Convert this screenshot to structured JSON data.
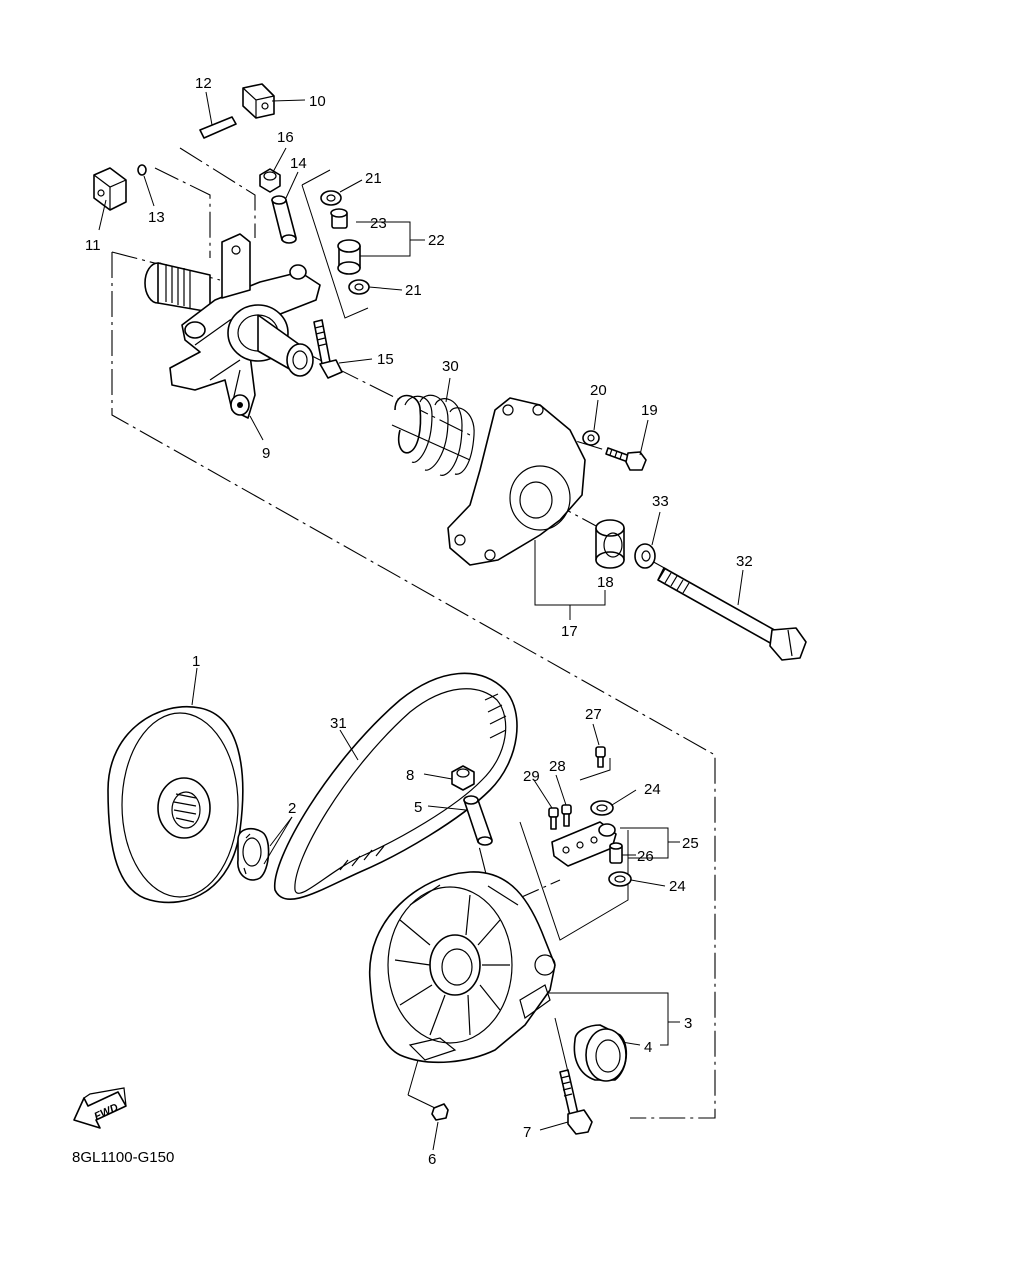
{
  "diagram": {
    "drawing_code": "8GL1100-G150",
    "fwd_label": "FWD",
    "callouts": [
      {
        "id": "c1",
        "text": "1"
      },
      {
        "id": "c2",
        "text": "2"
      },
      {
        "id": "c3",
        "text": "3"
      },
      {
        "id": "c4",
        "text": "4"
      },
      {
        "id": "c5",
        "text": "5"
      },
      {
        "id": "c6",
        "text": "6"
      },
      {
        "id": "c7",
        "text": "7"
      },
      {
        "id": "c8",
        "text": "8"
      },
      {
        "id": "c9",
        "text": "9"
      },
      {
        "id": "c10",
        "text": "10"
      },
      {
        "id": "c11",
        "text": "11"
      },
      {
        "id": "c12",
        "text": "12"
      },
      {
        "id": "c13",
        "text": "13"
      },
      {
        "id": "c14",
        "text": "14"
      },
      {
        "id": "c15",
        "text": "15"
      },
      {
        "id": "c16",
        "text": "16"
      },
      {
        "id": "c17",
        "text": "17"
      },
      {
        "id": "c18",
        "text": "18"
      },
      {
        "id": "c19",
        "text": "19"
      },
      {
        "id": "c20",
        "text": "20"
      },
      {
        "id": "c21a",
        "text": "21"
      },
      {
        "id": "c21b",
        "text": "21"
      },
      {
        "id": "c22",
        "text": "22"
      },
      {
        "id": "c23",
        "text": "23"
      },
      {
        "id": "c24a",
        "text": "24"
      },
      {
        "id": "c24b",
        "text": "24"
      },
      {
        "id": "c25",
        "text": "25"
      },
      {
        "id": "c26",
        "text": "26"
      },
      {
        "id": "c27",
        "text": "27"
      },
      {
        "id": "c28",
        "text": "28"
      },
      {
        "id": "c29",
        "text": "29"
      },
      {
        "id": "c30",
        "text": "30"
      },
      {
        "id": "c31",
        "text": "31"
      },
      {
        "id": "c32",
        "text": "32"
      },
      {
        "id": "c33",
        "text": "33"
      }
    ]
  }
}
